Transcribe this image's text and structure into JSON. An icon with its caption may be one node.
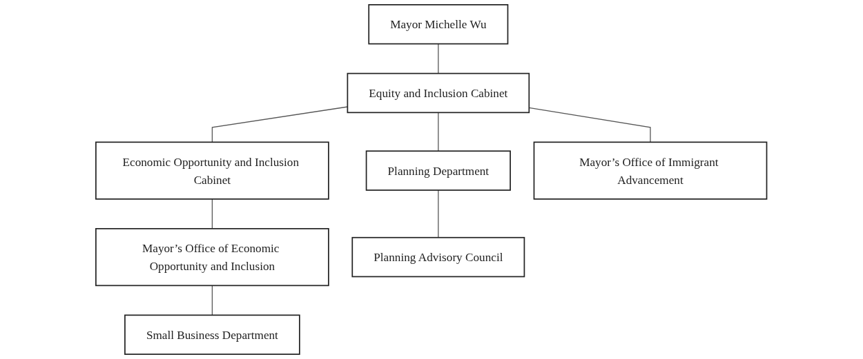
{
  "diagram": {
    "nodes": [
      {
        "text": [
          "Mayor Michelle Wu"
        ]
      },
      {
        "text": [
          "Economic Opportunity and Inclusion Cabinet"
        ]
      },
      {
        "text": [
          "Equity and Inclusion Cabinet"
        ]
      },
      {
        "text": [
          "Planning Department"
        ]
      },
      {
        "text": [
          "Mayor’s Office of Economic Opportunity and Inclusion"
        ]
      },
      {
        "text": [
          "Mayor’s Office of Immigrant Advancement"
        ]
      },
      {
        "text": [
          "Planning Advisory Council"
        ]
      },
      {
        "text": [
          "Small Business Department"
        ]
      }
    ],
    "edges": [
      {
        "from": 0,
        "to": 2,
        "arrow": "none"
      },
      {
        "from": 2,
        "to": 1,
        "arrow": "none"
      },
      {
        "from": 2,
        "to": 3,
        "arrow": "none"
      },
      {
        "from": 2,
        "to": 5,
        "arrow": "none"
      },
      {
        "from": 1,
        "to": 4,
        "arrow": "none"
      },
      {
        "from": 3,
        "to": 6,
        "arrow": "none"
      },
      {
        "from": 4,
        "to": 7,
        "arrow": "none"
      }
    ]
  }
}
